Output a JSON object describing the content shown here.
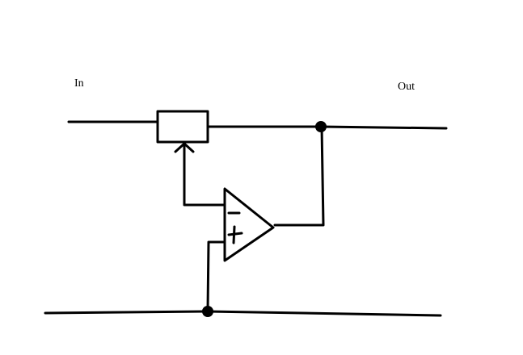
{
  "labels": {
    "input": "In",
    "output": "Out"
  },
  "components": {
    "potentiometer": "potentiometer",
    "opamp": "op-amp",
    "inverting_symbol": "−",
    "noninverting_symbol": "+"
  },
  "colors": {
    "background": "#ffffff",
    "ink": "#000000"
  }
}
